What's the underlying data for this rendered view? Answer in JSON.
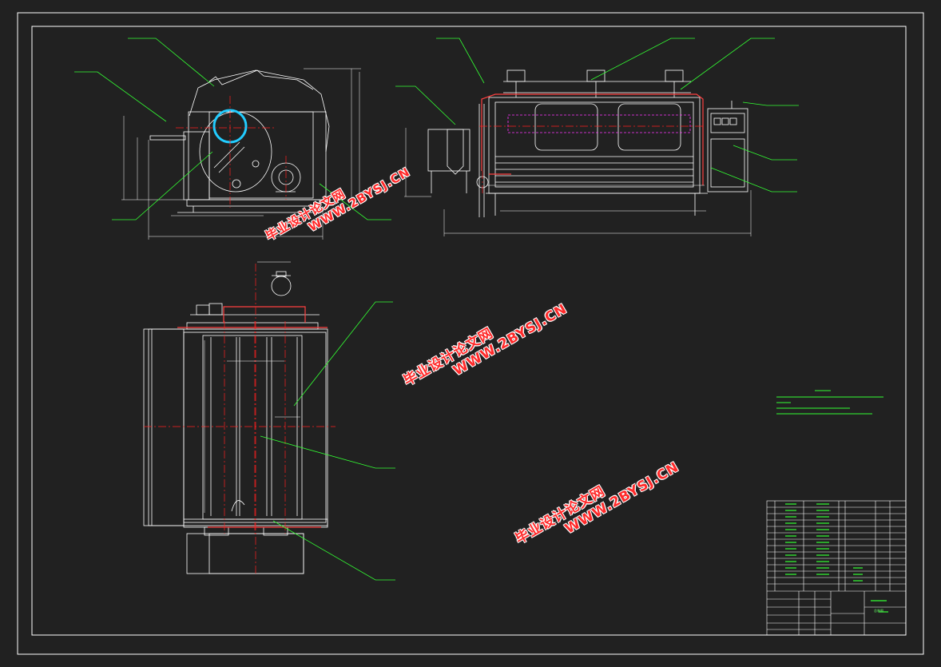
{
  "watermark": {
    "brand": "毕业设计论文网",
    "url": "WWW.2BYSJ.CN"
  },
  "colors": {
    "background": "#212121",
    "line": "#ffffff",
    "center_line": "#ff2020",
    "leader": "#33ff33",
    "magenta": "#ff33ff",
    "cyan": "#22ccff",
    "watermark": "#ff2a2a"
  },
  "title_block": {
    "drawing_title": "总装图"
  }
}
